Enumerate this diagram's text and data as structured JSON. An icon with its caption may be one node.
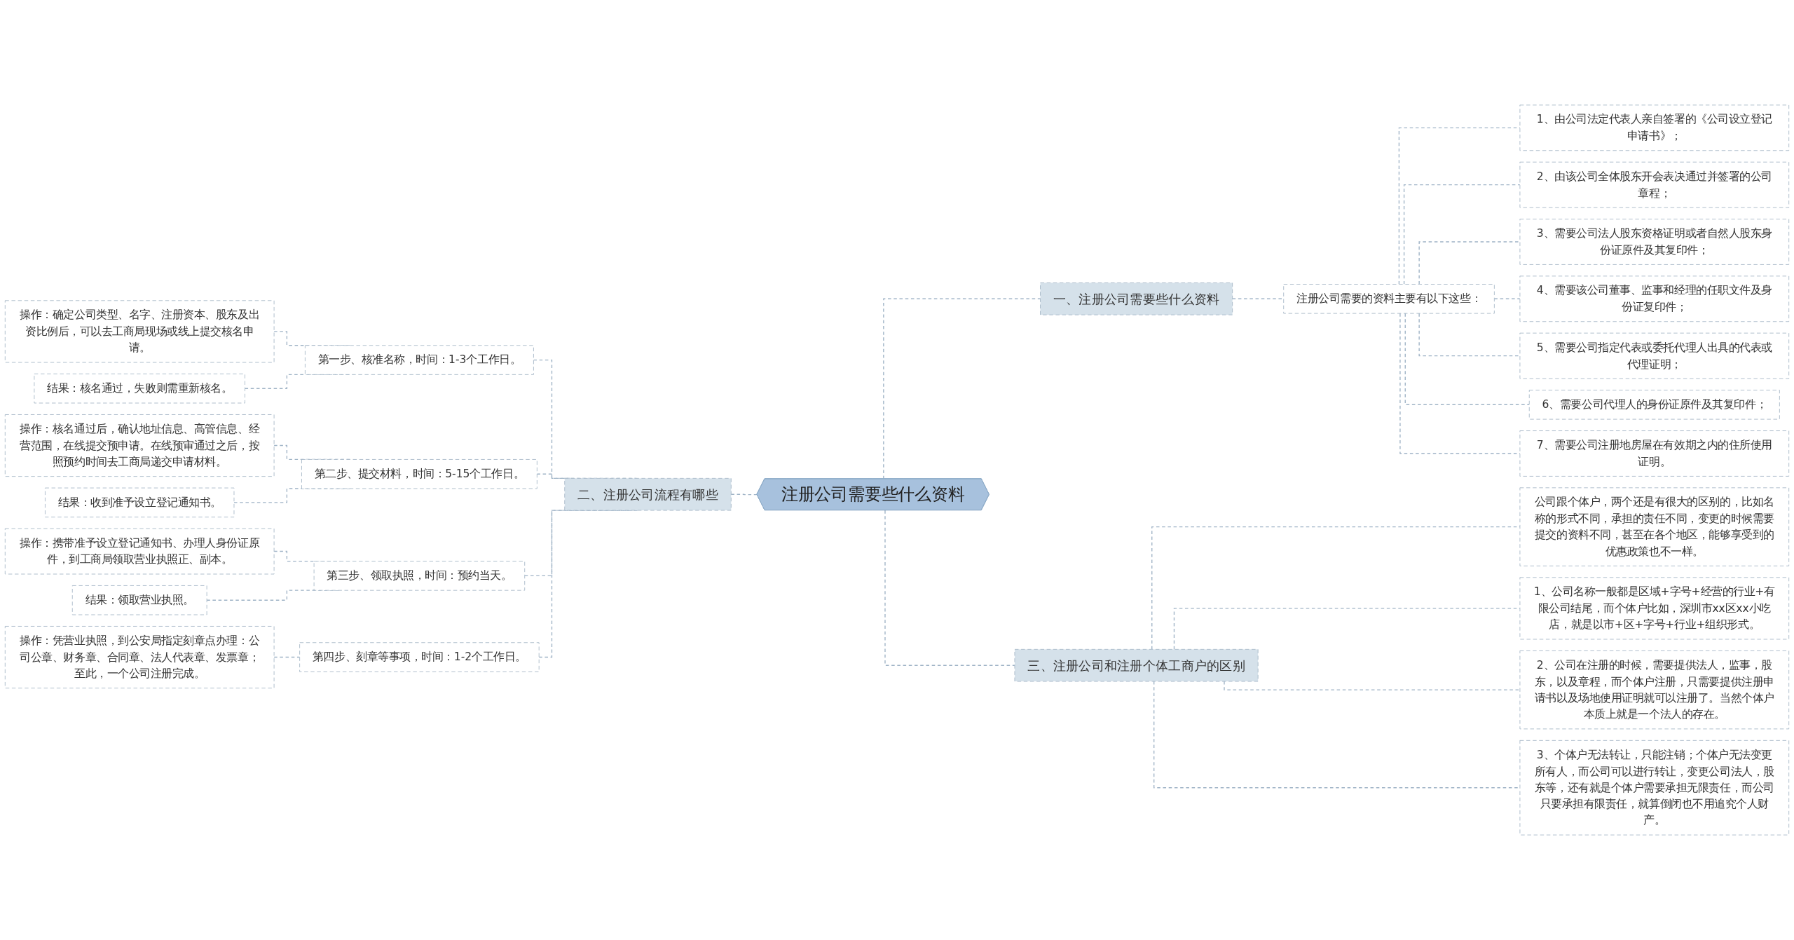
{
  "diagram": {
    "nodes": [
      {
        "text": [
          "注册公司需要些什么资料"
        ]
      },
      {
        "text": [
          "一、注册公司需要些什么资料"
        ]
      },
      {
        "text": [
          "注册公司需要的资料主要有以下这些："
        ]
      },
      {
        "text": [
          "1、由公司法定代表人亲自签署的《公司设立登记申请书》；"
        ]
      },
      {
        "text": [
          "2、由该公司全体股东开会表决通过并签署的公司章程；"
        ]
      },
      {
        "text": [
          "3、需要公司法人股东资格证明或者自然人股东身份证原件及其复印件；"
        ]
      },
      {
        "text": [
          "4、需要该公司董事、监事和经理的任职文件及身份证复印件；"
        ]
      },
      {
        "text": [
          "5、需要公司指定代表或委托代理人出具的代表或代理证明；"
        ]
      },
      {
        "text": [
          "6、需要公司代理人的身份证原件及其复印件；"
        ]
      },
      {
        "text": [
          "7、需要公司注册地房屋在有效期之内的住所使用证明。"
        ]
      },
      {
        "text": [
          "二、注册公司流程有哪些"
        ]
      },
      {
        "text": [
          "第一步、核准名称，时间：1-3个工作日。"
        ]
      },
      {
        "text": [
          "操作：确定公司类型、名字、注册资本、股东及出资比例后，可以去工商局现场或线上提交核名申请。"
        ]
      },
      {
        "text": [
          "结果：核名通过，失败则需重新核名。"
        ]
      },
      {
        "text": [
          "第二步、提交材料，时间：5-15个工作日。"
        ]
      },
      {
        "text": [
          "操作：核名通过后，确认地址信息、高管信息、经营范围，在线提交预申请。在线预审通过之后，按照预约时间去工商局递交申请材料。"
        ]
      },
      {
        "text": [
          "结果：收到准予设立登记通知书。"
        ]
      },
      {
        "text": [
          "第三步、领取执照，时间：预约当天。"
        ]
      },
      {
        "text": [
          "操作：携带准予设立登记通知书、办理人身份证原件，到工商局领取营业执照正、副本。"
        ]
      },
      {
        "text": [
          "结果：领取营业执照。"
        ]
      },
      {
        "text": [
          "第四步、刻章等事项，时间：1-2个工作日。"
        ]
      },
      {
        "text": [
          "操作：凭营业执照，到公安局指定刻章点办理：公司公章、财务章、合同章、法人代表章、发票章；至此，一个公司注册完成。"
        ]
      },
      {
        "text": [
          "三、注册公司和注册个体工商户的区别"
        ]
      },
      {
        "text": [
          "公司跟个体户，两个还是有很大的区别的，比如名称的形式不同，承担的责任不同，变更的时候需要提交的资料不同，甚至在各个地区，能够享受到的优惠政策也不一样。"
        ]
      },
      {
        "text": [
          "1、公司名称一般都是区域+字号+经营的行业+有限公司结尾，而个体户比如，深圳市xx区xx小吃店，就是以市+区+字号+行业+组织形式。"
        ]
      },
      {
        "text": [
          "2、公司在注册的时候，需要提供法人，监事，股东，以及章程，而个体户注册，只需要提供注册申请书以及场地使用证明就可以注册了。当然个体户本质上就是一个法人的存在。"
        ]
      },
      {
        "text": [
          "3、个体户无法转让，只能注销；个体户无法变更所有人，而公司可以进行转让，变更公司法人，股东等，还有就是个体户需要承担无限责任，而公司只要承担有限责任，就算倒闭也不用追究个人财产。"
        ]
      }
    ],
    "edges": [
      {
        "from": 0,
        "to": 1,
        "arrow": "none",
        "style": "dashed"
      },
      {
        "from": 1,
        "to": 2,
        "arrow": "none",
        "style": "dashed"
      },
      {
        "from": 2,
        "to": 3,
        "arrow": "none",
        "style": "dashed"
      },
      {
        "from": 2,
        "to": 4,
        "arrow": "none",
        "style": "dashed"
      },
      {
        "from": 2,
        "to": 5,
        "arrow": "none",
        "style": "dashed"
      },
      {
        "from": 2,
        "to": 6,
        "arrow": "none",
        "style": "dashed"
      },
      {
        "from": 2,
        "to": 7,
        "arrow": "none",
        "style": "dashed"
      },
      {
        "from": 2,
        "to": 8,
        "arrow": "none",
        "style": "dashed"
      },
      {
        "from": 2,
        "to": 9,
        "arrow": "none",
        "style": "dashed"
      },
      {
        "from": 0,
        "to": 10,
        "arrow": "none",
        "style": "dashed"
      },
      {
        "from": 10,
        "to": 11,
        "arrow": "none",
        "style": "dashed"
      },
      {
        "from": 11,
        "to": 12,
        "arrow": "none",
        "style": "dashed"
      },
      {
        "from": 11,
        "to": 13,
        "arrow": "none",
        "style": "dashed"
      },
      {
        "from": 10,
        "to": 14,
        "arrow": "none",
        "style": "dashed"
      },
      {
        "from": 14,
        "to": 15,
        "arrow": "none",
        "style": "dashed"
      },
      {
        "from": 14,
        "to": 16,
        "arrow": "none",
        "style": "dashed"
      },
      {
        "from": 10,
        "to": 17,
        "arrow": "none",
        "style": "dashed"
      },
      {
        "from": 17,
        "to": 18,
        "arrow": "none",
        "style": "dashed"
      },
      {
        "from": 17,
        "to": 19,
        "arrow": "none",
        "style": "dashed"
      },
      {
        "from": 10,
        "to": 20,
        "arrow": "none",
        "style": "dashed"
      },
      {
        "from": 20,
        "to": 21,
        "arrow": "none",
        "style": "dashed"
      },
      {
        "from": 0,
        "to": 22,
        "arrow": "none",
        "style": "dashed"
      },
      {
        "from": 22,
        "to": 23,
        "arrow": "none",
        "style": "dashed"
      },
      {
        "from": 22,
        "to": 24,
        "arrow": "none",
        "style": "dashed"
      },
      {
        "from": 22,
        "to": 25,
        "arrow": "none",
        "style": "dashed"
      },
      {
        "from": 22,
        "to": 26,
        "arrow": "none",
        "style": "dashed"
      }
    ]
  }
}
